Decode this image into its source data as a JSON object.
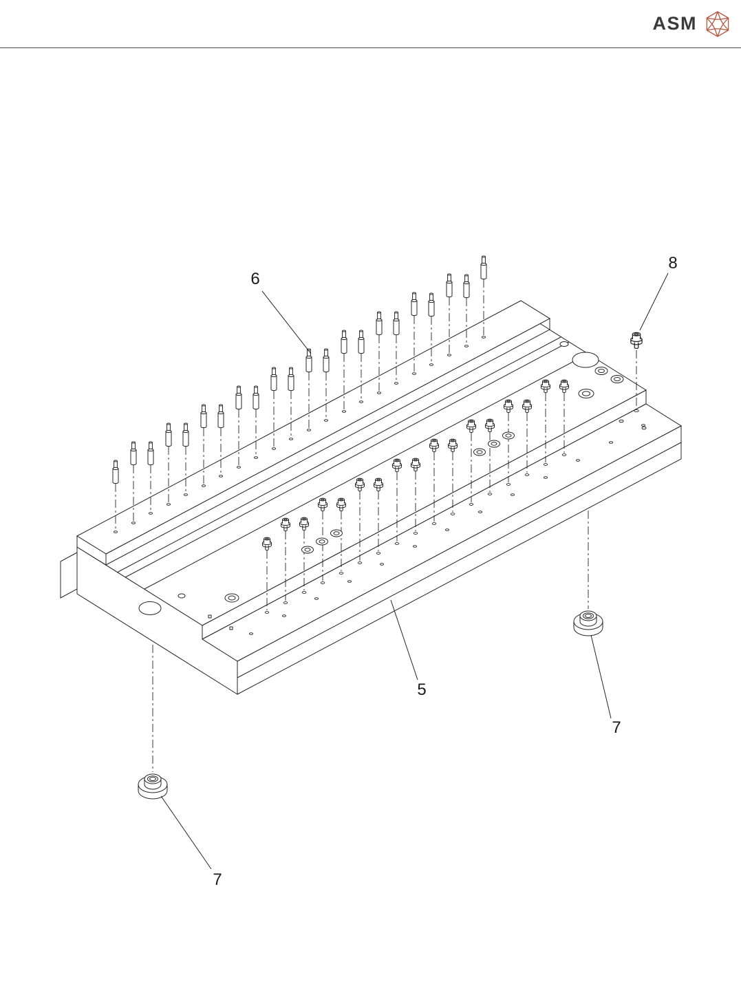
{
  "header": {
    "brand": "ASM"
  },
  "colors": {
    "line": "#232323",
    "logo_accent": "#b5543c",
    "label_text": "#1a1a1a"
  },
  "callouts": {
    "c5": "5",
    "c6": "6",
    "c7_left": "7",
    "c7_right": "7",
    "c8": "8"
  }
}
